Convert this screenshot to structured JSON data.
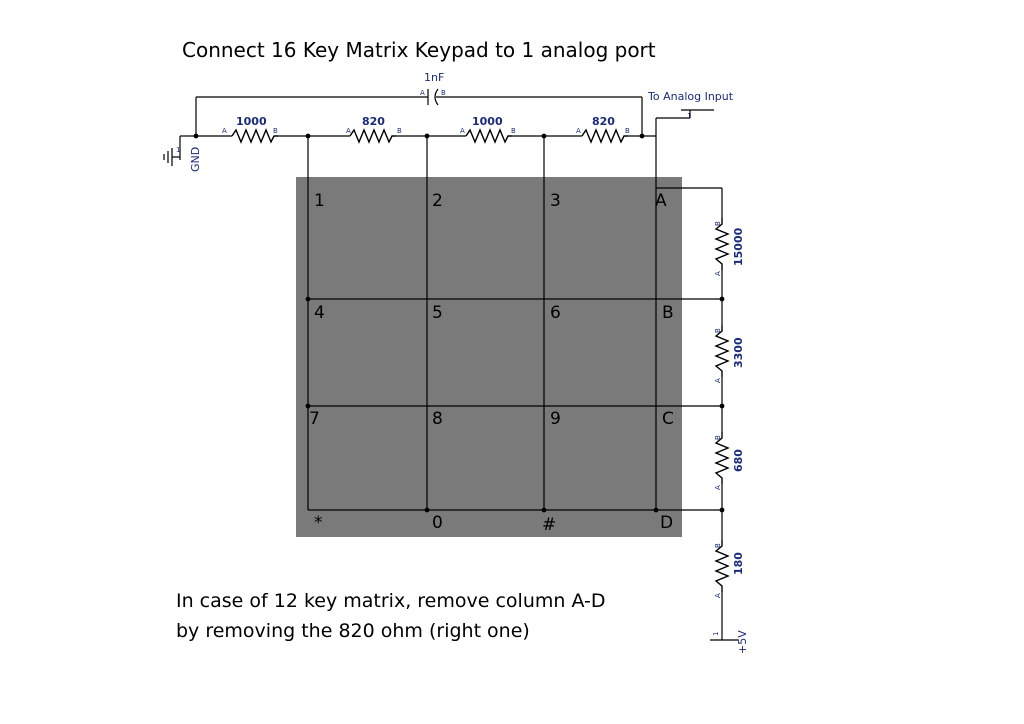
{
  "title": "Connect 16 Key Matrix Keypad to 1 analog port",
  "note_lines": [
    "In case of 12 key matrix, remove column A-D",
    "by removing the 820 ohm (right one)"
  ],
  "capacitor": {
    "value": "1nF",
    "pin_a": "A",
    "pin_b": "B"
  },
  "top_resistors": [
    {
      "value": "1000",
      "pin_a": "A",
      "pin_b": "B"
    },
    {
      "value": "820",
      "pin_a": "A",
      "pin_b": "B"
    },
    {
      "value": "1000",
      "pin_a": "A",
      "pin_b": "B"
    },
    {
      "value": "820",
      "pin_a": "A",
      "pin_b": "B"
    }
  ],
  "right_resistors": [
    {
      "value": "15000",
      "pin_a": "A",
      "pin_b": "B"
    },
    {
      "value": "3300",
      "pin_a": "A",
      "pin_b": "B"
    },
    {
      "value": "680",
      "pin_a": "A",
      "pin_b": "B"
    },
    {
      "value": "180",
      "pin_a": "A",
      "pin_b": "B"
    }
  ],
  "nets": {
    "gnd": "GND",
    "analog": "To Analog Input",
    "vcc": "+5V",
    "pin1": "1"
  },
  "keypad": {
    "fill": "#7a7a7a",
    "keys": [
      [
        "1",
        "2",
        "3",
        "A"
      ],
      [
        "4",
        "5",
        "6",
        "B"
      ],
      [
        "7",
        "8",
        "9",
        "C"
      ],
      [
        "*",
        "0",
        "#",
        "D"
      ]
    ]
  }
}
